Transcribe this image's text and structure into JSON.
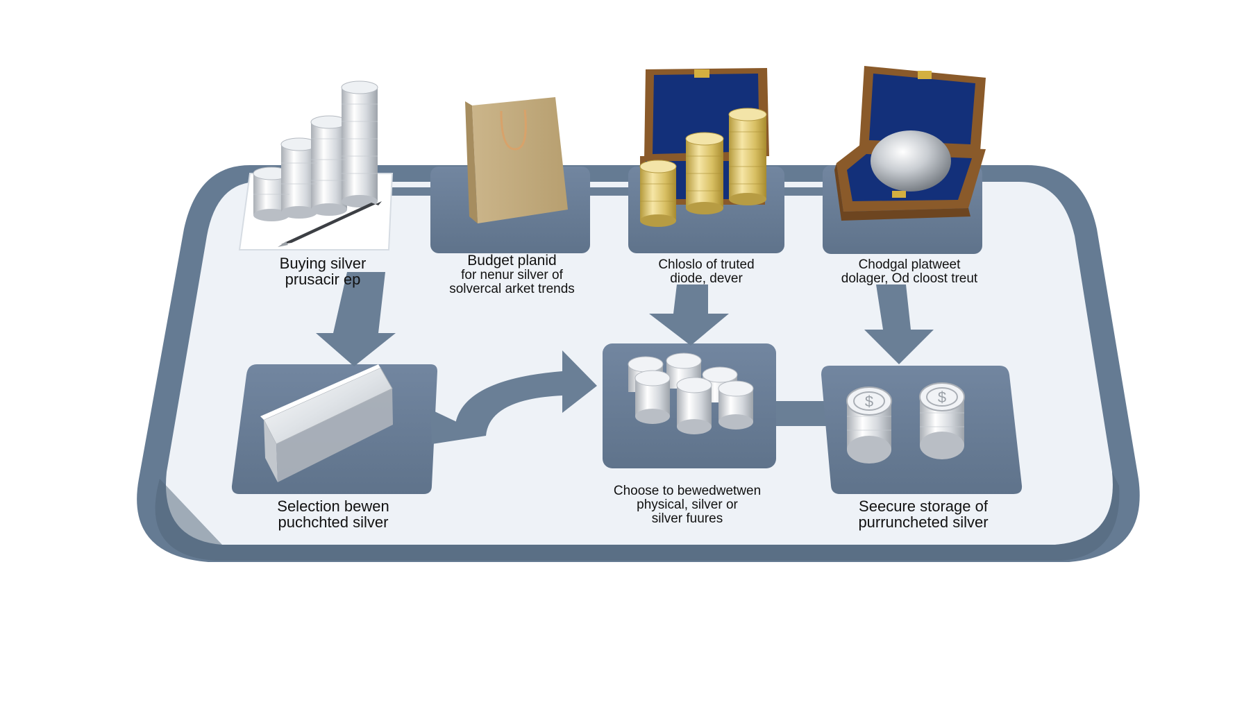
{
  "diagram": {
    "colors": {
      "frame": "#657b93",
      "frame_dark": "#4f6378",
      "inner_panel": "#eef2f7",
      "tile": "#6a7f96",
      "silver": "#d9dde2",
      "gold": "#d8bf63",
      "case_brown": "#8a5a2a",
      "case_velvet": "#13307a"
    },
    "steps": [
      {
        "id": "step-1",
        "icon": "silver-coin-stacks-and-pen-icon",
        "lines": [
          "Buying silver",
          "prusacir ep"
        ]
      },
      {
        "id": "step-2",
        "icon": "paper-shopping-bag-icon",
        "lines": [
          "Budget planid",
          "for nenur silver of",
          "solvercal arket trends"
        ]
      },
      {
        "id": "step-3",
        "icon": "gold-coin-stacks-in-case-icon",
        "lines": [
          "Chloslo of truted",
          "diode, dever"
        ]
      },
      {
        "id": "step-4",
        "icon": "silver-sphere-in-case-icon",
        "lines": [
          "Chodgal platweet",
          "dolager, Od cloost treut"
        ]
      },
      {
        "id": "step-5",
        "icon": "silver-bar-icon",
        "lines": [
          "Selection bewen",
          "puchchted silver"
        ]
      },
      {
        "id": "step-6",
        "icon": "silver-coin-piles-icon",
        "lines": [
          "Choose to bewedwetwen",
          "physical, silver or",
          "silver fuures"
        ]
      },
      {
        "id": "step-7",
        "icon": "dollar-silver-coin-stacks-icon",
        "lines": [
          "Seecure storage of",
          "purruncheted silver"
        ]
      }
    ]
  }
}
